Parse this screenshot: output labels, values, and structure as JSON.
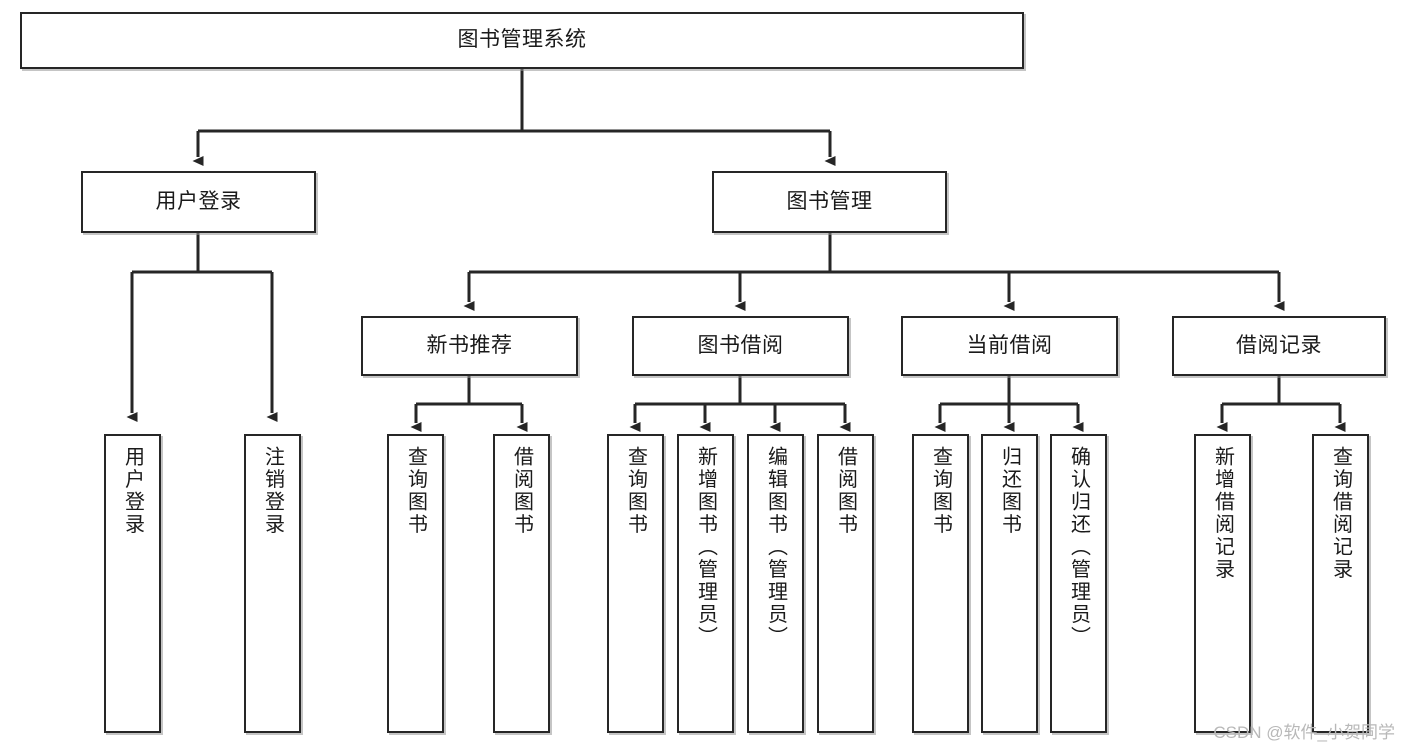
{
  "diagram": {
    "title": "图书管理系统",
    "type": "tree-hierarchy-chart",
    "root": {
      "label": "图书管理系统"
    },
    "level2": [
      {
        "label": "用户登录"
      },
      {
        "label": "图书管理"
      }
    ],
    "level3": [
      {
        "label": "新书推荐"
      },
      {
        "label": "图书借阅"
      },
      {
        "label": "当前借阅"
      },
      {
        "label": "借阅记录"
      }
    ],
    "leaves": {
      "user_login": [
        {
          "label": "用户登录"
        },
        {
          "label": "注销登录"
        }
      ],
      "new_book_recommend": [
        {
          "label": "查询图书"
        },
        {
          "label": "借阅图书"
        }
      ],
      "book_borrow": [
        {
          "label": "查询图书"
        },
        {
          "label": "新增图书（管理员）"
        },
        {
          "label": "编辑图书（管理员）"
        },
        {
          "label": "借阅图书"
        }
      ],
      "current_borrow": [
        {
          "label": "查询图书"
        },
        {
          "label": "归还图书"
        },
        {
          "label": "确认归还（管理员）"
        }
      ],
      "borrow_record": [
        {
          "label": "新增借阅记录"
        },
        {
          "label": "查询借阅记录"
        }
      ]
    }
  },
  "watermark": {
    "text": "CSDN @软件_小贺同学"
  },
  "colors": {
    "box_border": "#262626",
    "box_fill": "#ffffff",
    "connector": "#262626",
    "text": "#1a1a1a",
    "watermark": "#b8b8b8",
    "background": "#ffffff"
  }
}
